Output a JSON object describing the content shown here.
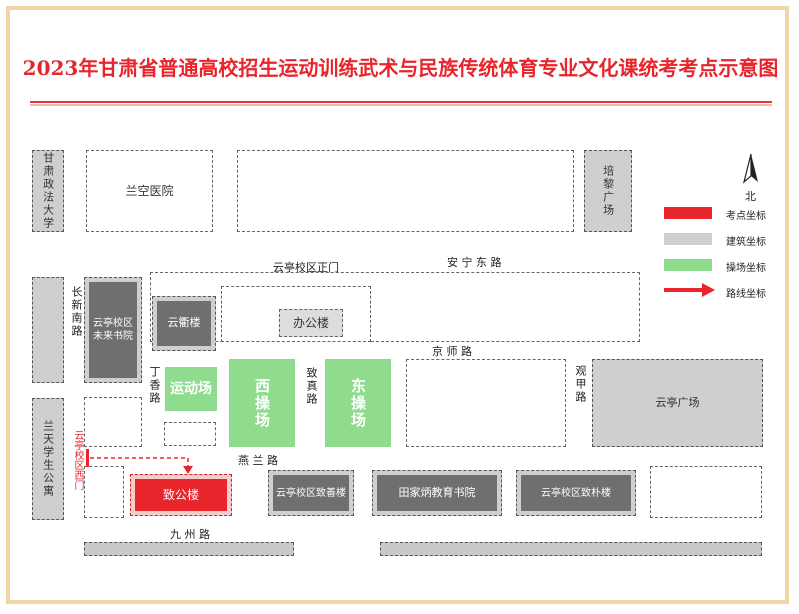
{
  "title": "2023年甘肃省普通高校招生运动训练武术与民族传统体育专业文化课统考考点示意图",
  "buildings": {
    "lanzhou_hospital": "兰空医院",
    "gansu_law": "甘肃政法大学",
    "peili_square": "培黎广场",
    "weilai_academy": "云亭校区未来书院",
    "yunqiao": "云衢楼",
    "office": "办公楼",
    "yunting_square": "云亭广场",
    "lanzhou_uni_apartment": "兰天学生公寓",
    "zhigong": "致公楼",
    "zhishan": "云亭校区致善楼",
    "tianjiabing": "田家炳教育书院",
    "zhipu": "云亭校区致朴楼",
    "sports_field": "运动场",
    "west_field": "西操场",
    "east_field": "东操场"
  },
  "roads": {
    "anning_east": "安 宁 东 路",
    "main_gate": "云亭校区正门",
    "jingshi": "京 师 路",
    "changxin_south": "长新南路",
    "dingxiang": "丁香路",
    "zhizhen": "致真路",
    "guanfu": "观甲路",
    "yanlan": "燕 兰 路",
    "jiuzhou": "九 州 路",
    "west_gate": "云亭校区西门"
  },
  "compass": "北",
  "legend": [
    {
      "label": "考点坐标",
      "color": "#e8262b",
      "kind": "box"
    },
    {
      "label": "建筑坐标",
      "color": "#cfcfcf",
      "kind": "box"
    },
    {
      "label": "操场坐标",
      "color": "#8fdc8f",
      "kind": "box"
    },
    {
      "label": "路线坐标",
      "color": "#e8262b",
      "kind": "arrow"
    }
  ]
}
